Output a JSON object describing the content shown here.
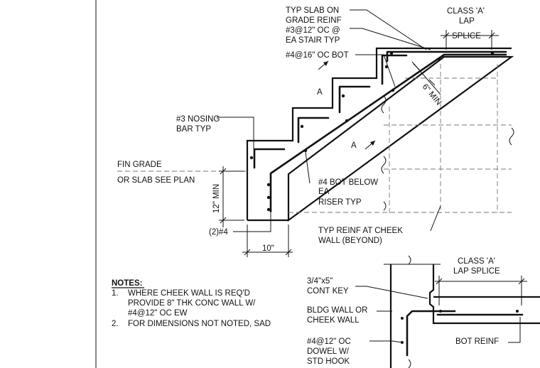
{
  "stair_section": {
    "slab_label": [
      "TYP SLAB ON",
      "GRADE REINF",
      "#3@12\" OC @",
      "EA STAIR TYP"
    ],
    "bot_bar_label": "#4@16\" OC BOT",
    "lap_label": [
      "CLASS 'A'",
      "LAP",
      "SPLICE"
    ],
    "nosing_label": [
      "#3 NOSING",
      "BAR TYP"
    ],
    "section_marks": [
      "A",
      "A"
    ],
    "min_6": "6\" MIN",
    "fin_grade": [
      "FIN GRADE",
      "OR SLAB SEE PLAN"
    ],
    "min_12": "12\" MIN",
    "bot_below_label": [
      "#4 BOT BELOW",
      "EA",
      "RISER TYP"
    ],
    "bars_label": "(2)#4",
    "dim_10": "10\"",
    "cheek_label": [
      "TYP REINF AT CHEEK",
      "WALL (BEYOND)"
    ]
  },
  "notes": {
    "title": "NOTES:",
    "items": [
      {
        "num": "1.",
        "lines": [
          "WHERE CHEEK WALL IS REQ'D",
          "PROVIDE 8\" THK CONC WALL W/",
          "#4@12\" OC EW"
        ]
      },
      {
        "num": "2.",
        "lines": [
          "FOR DIMENSIONS NOT NOTED, SAD"
        ]
      }
    ]
  },
  "key_detail": {
    "lap_label": [
      "CLASS 'A'",
      "LAP SPLICE"
    ],
    "key_label": [
      "3/4\"x5\"",
      "CONT KEY"
    ],
    "wall_label": [
      "BLDG WALL OR",
      "CHEEK WALL"
    ],
    "dowel_label": [
      "#4@12\" OC",
      "DOWEL W/",
      "STD HOOK"
    ],
    "bot_reinf": "BOT REINF"
  }
}
